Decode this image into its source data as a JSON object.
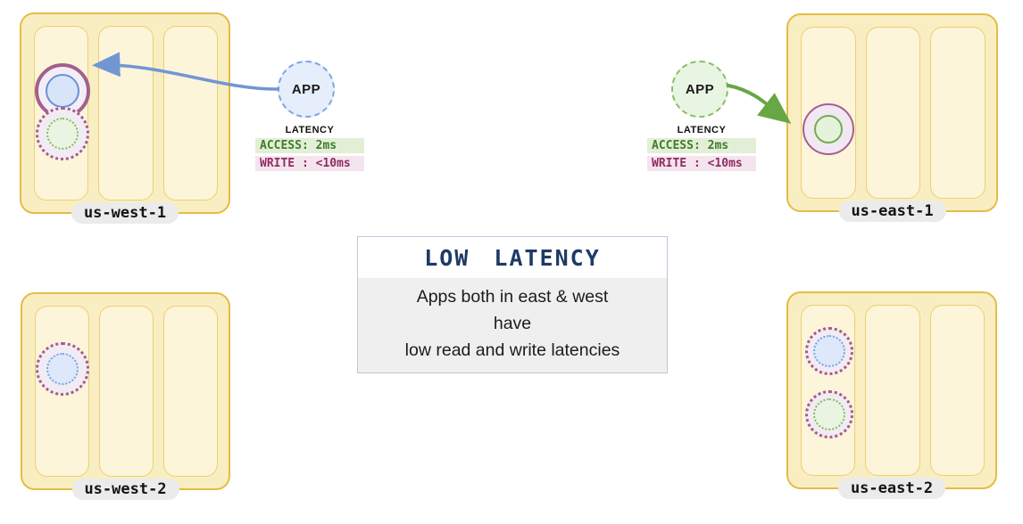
{
  "regions": [
    {
      "label": "us-west-1"
    },
    {
      "label": "us-east-1"
    },
    {
      "label": "us-west-2"
    },
    {
      "label": "us-east-2"
    }
  ],
  "apps": [
    {
      "label": "APP",
      "latency": {
        "title": "LATENCY",
        "access": "ACCESS: 2ms",
        "write": "WRITE : <10ms"
      }
    },
    {
      "label": "APP",
      "latency": {
        "title": "LATENCY",
        "access": "ACCESS: 2ms",
        "write": "WRITE : <10ms"
      }
    }
  ],
  "callout": {
    "title": "LOW LATENCY",
    "lines": [
      "Apps both in east & west",
      "have",
      "low read and write latencies"
    ]
  },
  "colors": {
    "region_border": "#e3bd45",
    "region_fill": "#f9eec2",
    "zone_fill": "#fcf5da",
    "zone_border": "#ecd06f",
    "leader_ring_west": "#a2608c",
    "leader_ring_east": "#a75e92",
    "replica_ring": "#a85c80",
    "blue_node": "#6692d8",
    "green_node": "#74ad52",
    "app_west_border": "#7da3e6",
    "app_east_border": "#87be6a",
    "arrow_blue": "#7196d2",
    "arrow_green": "#67a744",
    "access_badge_bg": "#e3eed6",
    "access_badge_text": "#3e7d2c",
    "write_badge_bg": "#f4e4ed",
    "write_badge_text": "#8f2d62",
    "callout_title": "#1e3a66",
    "callout_border": "#b9cbdb",
    "callout_body_bg": "#efefef",
    "region_label_bg": "#ebebeb"
  }
}
